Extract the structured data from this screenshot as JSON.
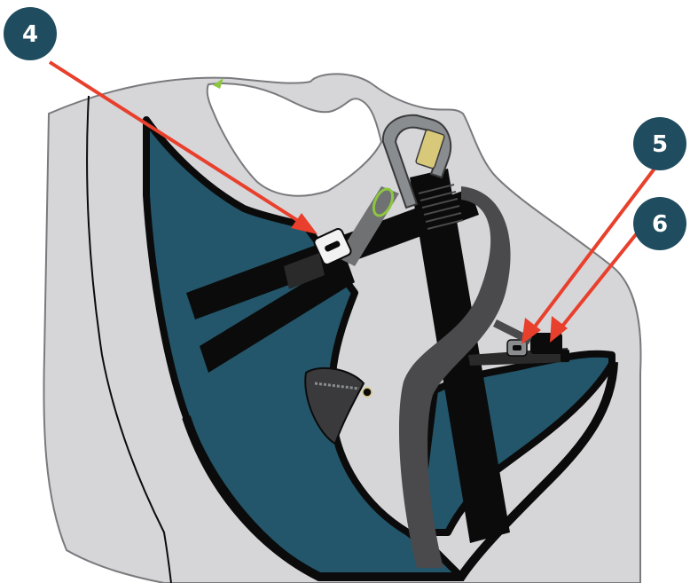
{
  "callouts": [
    {
      "id": "callout-4",
      "label": "4"
    },
    {
      "id": "callout-5",
      "label": "5"
    },
    {
      "id": "callout-6",
      "label": "6"
    }
  ],
  "colors": {
    "badge": "#1f4d5f",
    "badge_text": "#ffffff",
    "arrow": "#e8402c",
    "body_gray": "#d6d6d9",
    "body_outline": "#7a7a7e",
    "seat_teal": "#23566a",
    "strap_black": "#0b0b0b",
    "strap_gray": "#4a4a4c",
    "carabiner": "#8a8d90",
    "accent_green": "#8dc63f",
    "accent_yellow": "#d8c97a"
  }
}
